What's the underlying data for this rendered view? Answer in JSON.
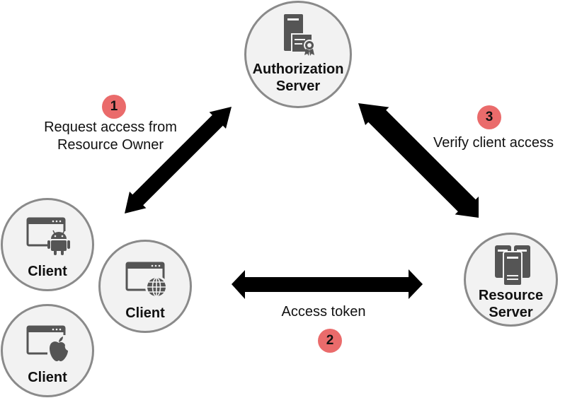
{
  "colors": {
    "badge": "#ea6b6b",
    "node_fill": "#f2f2f2",
    "node_border": "#8a8a8a",
    "icon": "#555555",
    "arrow": "#000000"
  },
  "nodes": {
    "authorization_server": {
      "line1": "Authorization",
      "line2": "Server",
      "icon": "server-certificate-icon"
    },
    "resource_server": {
      "line1": "Resource",
      "line2": "Server",
      "icon": "server-rack-icon"
    },
    "client_android": {
      "label": "Client",
      "icon": "android-window-icon"
    },
    "client_web": {
      "label": "Client",
      "icon": "web-window-icon"
    },
    "client_apple": {
      "label": "Client",
      "icon": "apple-window-icon"
    }
  },
  "steps": [
    {
      "number": "1",
      "line1": "Request access from",
      "line2": "Resource Owner"
    },
    {
      "number": "2",
      "line1": "Access token"
    },
    {
      "number": "3",
      "line1": "Verify client access"
    }
  ]
}
